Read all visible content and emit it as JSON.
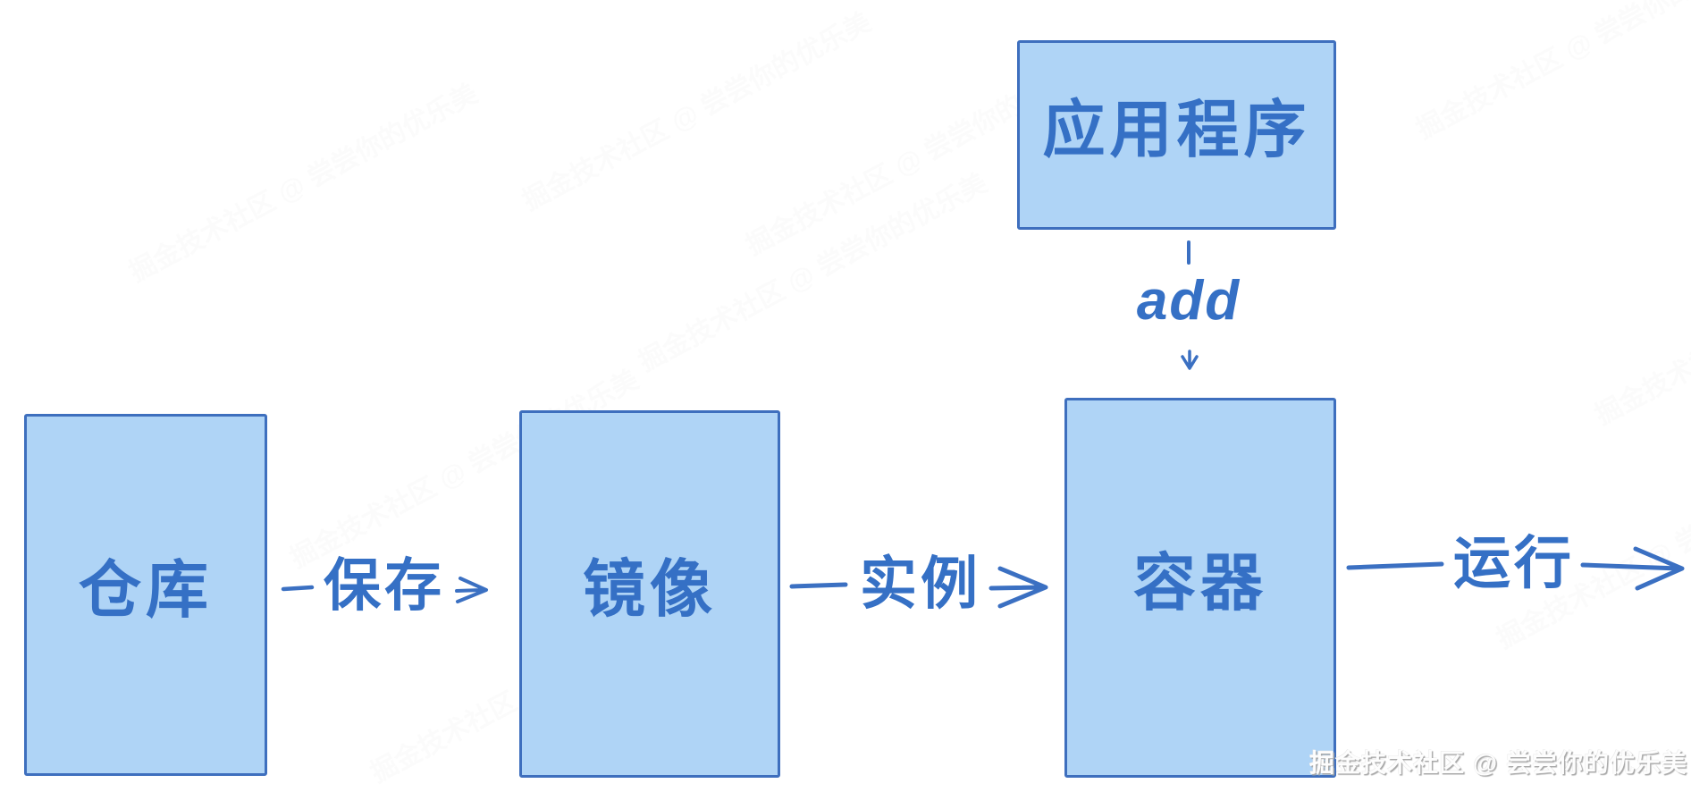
{
  "diagram": {
    "nodes": [
      {
        "id": "application",
        "label": "应用程序"
      },
      {
        "id": "warehouse",
        "label": "仓库"
      },
      {
        "id": "image",
        "label": "镜像"
      },
      {
        "id": "container",
        "label": "容器"
      }
    ],
    "edges": [
      {
        "id": "add",
        "label": "add",
        "from": "application",
        "to": "container",
        "direction": "down"
      },
      {
        "id": "save",
        "label": "保存",
        "from": "warehouse",
        "to": "image",
        "direction": "right"
      },
      {
        "id": "instance",
        "label": "实例",
        "from": "image",
        "to": "container",
        "direction": "right"
      },
      {
        "id": "run",
        "label": "运行",
        "from": "container",
        "to": "",
        "direction": "right"
      }
    ],
    "colors": {
      "node_fill": "#afd4f6",
      "node_border": "#3e6fbe",
      "label_text": "#3570c5",
      "arrow": "#3b70c2"
    },
    "watermark": {
      "credit": "掘金技术社区 @ 尝尝你的优乐美"
    }
  }
}
